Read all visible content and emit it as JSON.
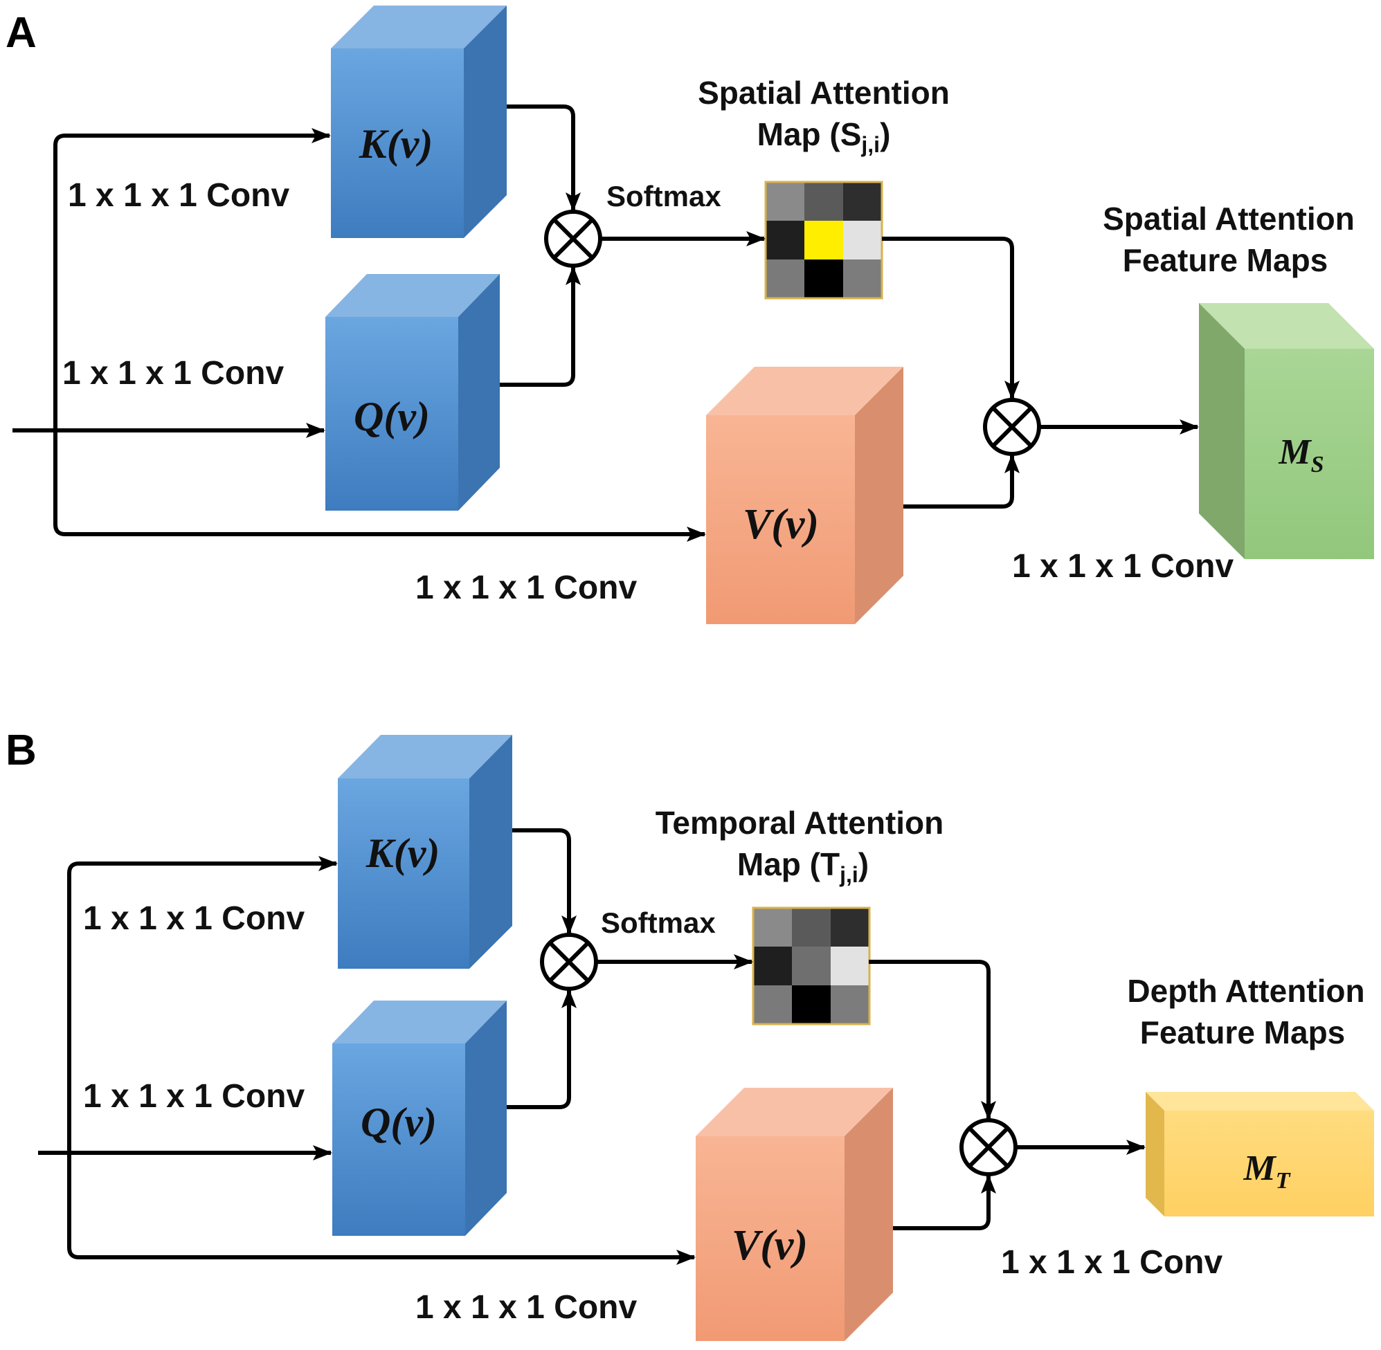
{
  "panels": [
    {
      "letter": "A",
      "conv_label_k": "1 x 1 x 1 Conv",
      "conv_label_q": "1 x 1 x 1 Conv",
      "conv_label_v": "1 x 1 x 1 Conv",
      "conv_label_out": "1 x 1 x 1 Conv",
      "softmax_label": "Softmax",
      "map_title_line1": "Spatial Attention",
      "map_title_line2": "Map (S",
      "map_title_sub": "j,i",
      "map_title_close": ")",
      "output_title_line1": "Spatial Attention",
      "output_title_line2": "Feature Maps",
      "k_label": "K(v)",
      "q_label": "Q(v)",
      "v_label": "V(v)",
      "output_label_main": "M",
      "output_label_sub": "S",
      "attention_grid_colors": [
        "#8a8a8a",
        "#5a5a5a",
        "#2e2e2e",
        "#1f1f1f",
        "#ffee00",
        "#e2e2e2",
        "#7a7a7a",
        "#000000",
        "#7c7c7c"
      ]
    },
    {
      "letter": "B",
      "conv_label_k": "1 x 1 x 1 Conv",
      "conv_label_q": "1 x 1 x 1 Conv",
      "conv_label_v": "1 x 1 x 1 Conv",
      "conv_label_out": "1 x 1 x 1 Conv",
      "softmax_label": "Softmax",
      "map_title_line1": "Temporal Attention",
      "map_title_line2": "Map (T",
      "map_title_sub": "j,i",
      "map_title_close": ")",
      "output_title_line1": "Depth Attention",
      "output_title_line2": "Feature Maps",
      "k_label": "K(v)",
      "q_label": "Q(v)",
      "v_label": "V(v)",
      "output_label_main": "M",
      "output_label_sub": "T",
      "attention_grid_colors": [
        "#8a8a8a",
        "#5a5a5a",
        "#2e2e2e",
        "#1f1f1f",
        "#6f6f6f",
        "#e2e2e2",
        "#7a7a7a",
        "#000000",
        "#7c7c7c"
      ]
    }
  ],
  "colors": {
    "blue_front": "#5b9bd5",
    "blue_side": "#3f79b5",
    "blue_top": "#7fb0e0",
    "orange_front": "#f4a582",
    "orange_side": "#d98d6c",
    "orange_top": "#f8bfa3",
    "green_front": "#9fd08a",
    "green_side": "#7eaa68",
    "green_top": "#bfe0ad",
    "yellow_front": "#ffd975",
    "yellow_side": "#e6bd55",
    "yellow_top": "#ffe59a"
  }
}
